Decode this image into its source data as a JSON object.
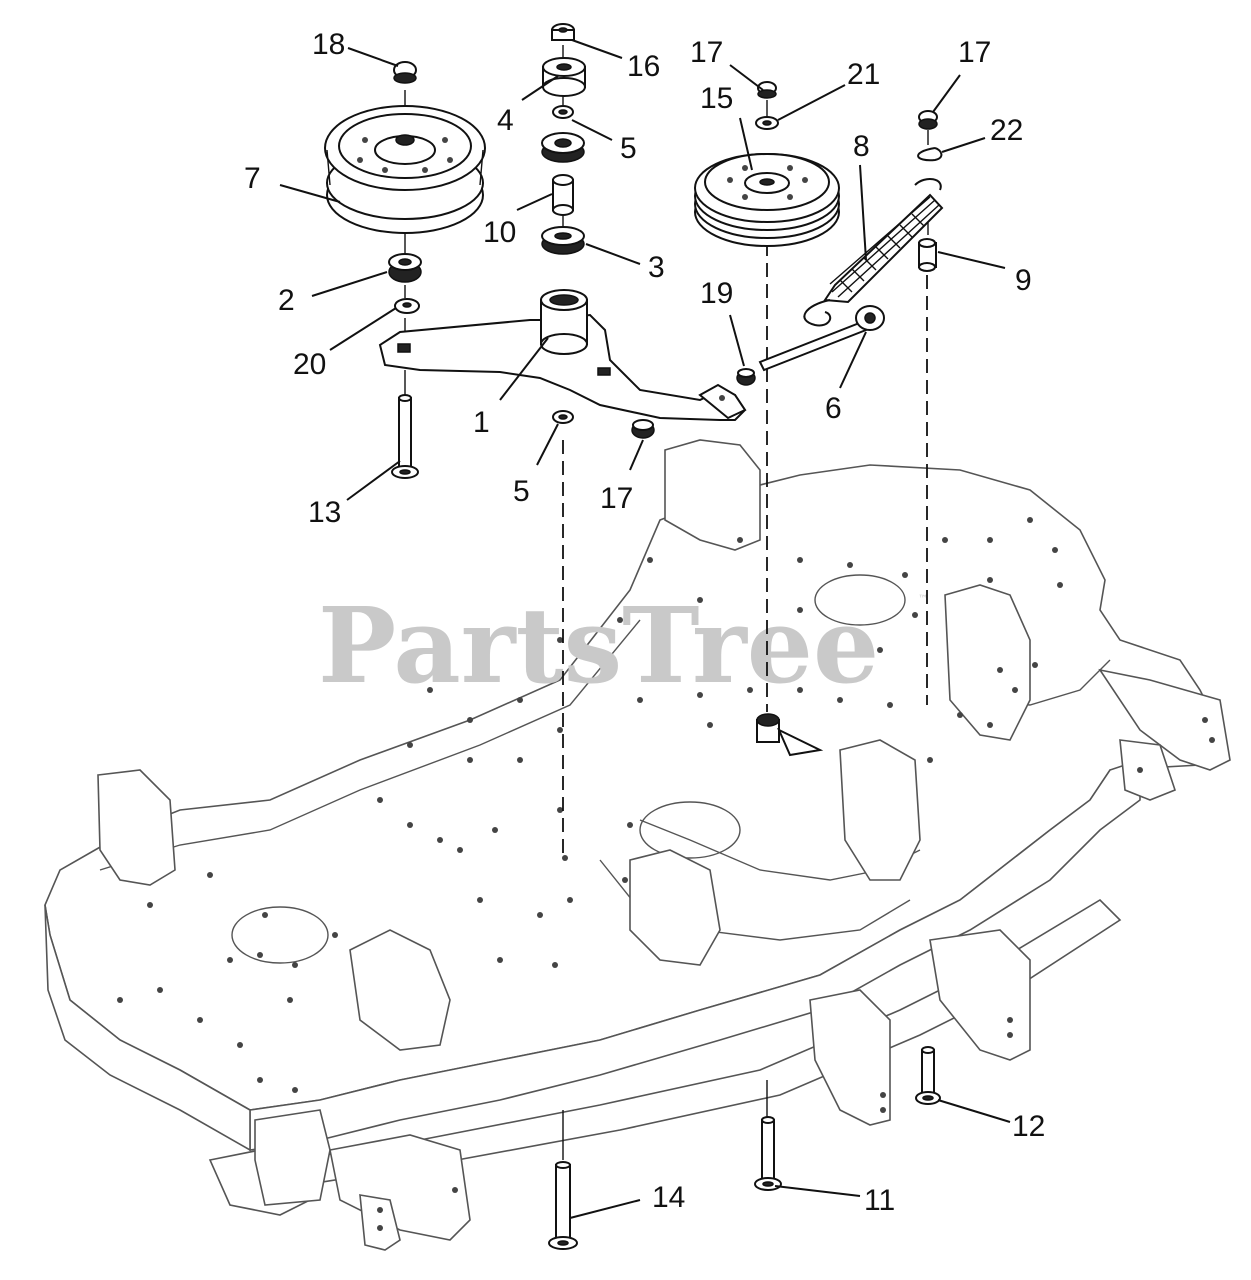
{
  "watermark": {
    "text": "PartsTree",
    "trademark": "™"
  },
  "callouts": [
    {
      "id": "c18",
      "label": "18",
      "part": "nut"
    },
    {
      "id": "c16",
      "label": "16",
      "part": "nut"
    },
    {
      "id": "c17a",
      "label": "17",
      "part": "nut"
    },
    {
      "id": "c17b",
      "label": "17",
      "part": "nut"
    },
    {
      "id": "c21",
      "label": "21",
      "part": "washer"
    },
    {
      "id": "c4",
      "label": "4",
      "part": "spacer"
    },
    {
      "id": "c15",
      "label": "15",
      "part": "pulley"
    },
    {
      "id": "c22",
      "label": "22",
      "part": "washer"
    },
    {
      "id": "c5a",
      "label": "5",
      "part": "washer"
    },
    {
      "id": "c8",
      "label": "8",
      "part": "extension-spring"
    },
    {
      "id": "c7",
      "label": "7",
      "part": "idler-pulley"
    },
    {
      "id": "c10",
      "label": "10",
      "part": "bushing"
    },
    {
      "id": "c3",
      "label": "3",
      "part": "bearing"
    },
    {
      "id": "c9",
      "label": "9",
      "part": "spacer"
    },
    {
      "id": "c2",
      "label": "2",
      "part": "bearing"
    },
    {
      "id": "c19",
      "label": "19",
      "part": "nut"
    },
    {
      "id": "c20",
      "label": "20",
      "part": "washer"
    },
    {
      "id": "c6",
      "label": "6",
      "part": "spring-rod"
    },
    {
      "id": "c1",
      "label": "1",
      "part": "idler-arm"
    },
    {
      "id": "c5b",
      "label": "5",
      "part": "washer"
    },
    {
      "id": "c17c",
      "label": "17",
      "part": "nut"
    },
    {
      "id": "c13",
      "label": "13",
      "part": "bolt"
    },
    {
      "id": "c12",
      "label": "12",
      "part": "bolt"
    },
    {
      "id": "c14",
      "label": "14",
      "part": "bolt"
    },
    {
      "id": "c11",
      "label": "11",
      "part": "bolt"
    }
  ]
}
